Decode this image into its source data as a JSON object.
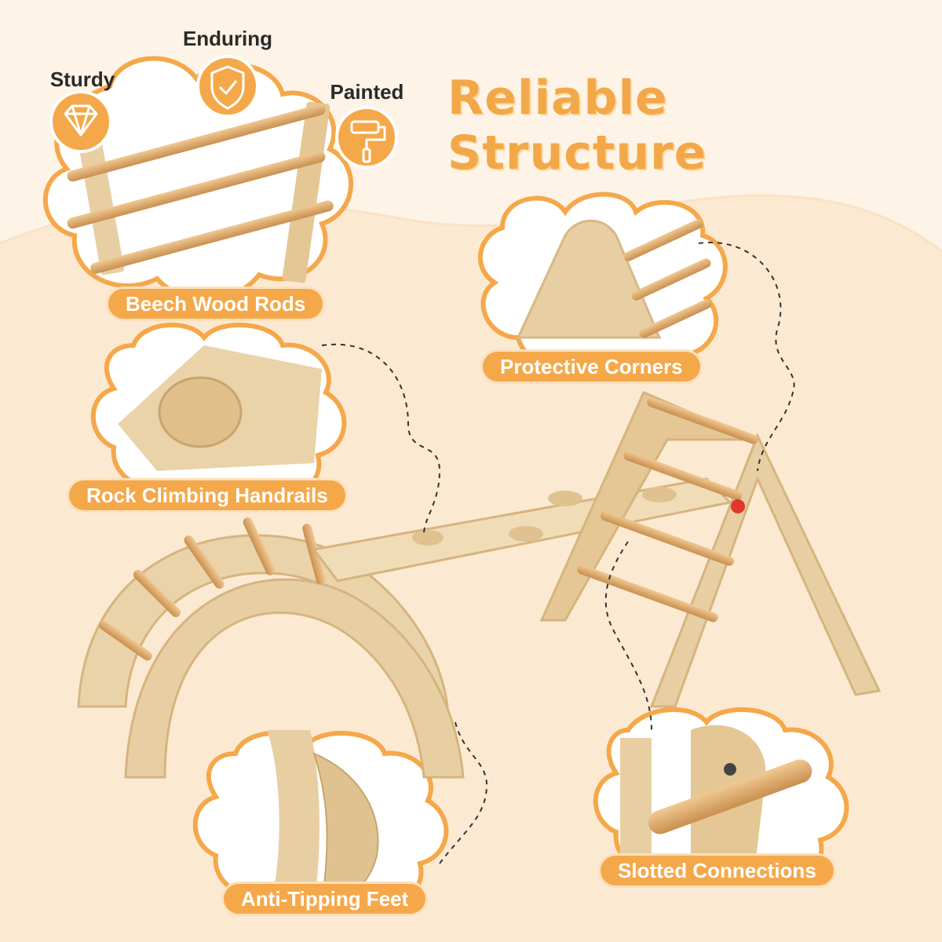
{
  "headline": "Reliable Structure",
  "badges": [
    {
      "label": "Sturdy",
      "icon": "diamond-icon"
    },
    {
      "label": "Enduring",
      "icon": "shield-check-icon"
    },
    {
      "label": "Painted",
      "icon": "paint-roller-icon"
    }
  ],
  "features": [
    {
      "label": "Beech Wood Rods"
    },
    {
      "label": "Protective Corners"
    },
    {
      "label": "Rock Climbing Handrails"
    },
    {
      "label": "Slotted Connections"
    },
    {
      "label": "Anti-Tipping Feet"
    }
  ],
  "colors": {
    "accent": "#f5a84a",
    "headline": "#f2a849",
    "background": "#fdf3e6",
    "wood": "#e8cfa3",
    "rod": "#d9a96b"
  }
}
